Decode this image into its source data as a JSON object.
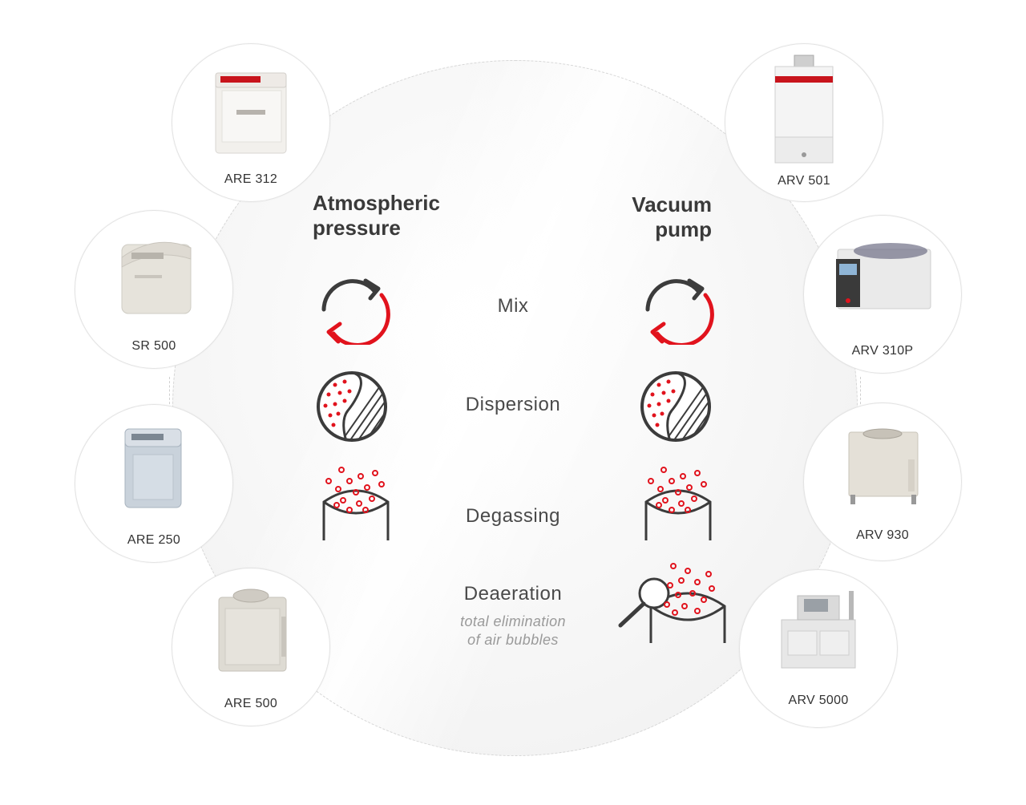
{
  "headings": {
    "left": [
      "Atmospheric",
      "pressure"
    ],
    "right": [
      "Vacuum",
      "pump"
    ]
  },
  "steps": [
    {
      "label": "Mix"
    },
    {
      "label": "Dispersion"
    },
    {
      "label": "Degassing"
    },
    {
      "label": "Deaeration",
      "subtitle": [
        "total elimination",
        "of air bubbles"
      ]
    }
  ],
  "products_left": [
    {
      "name": "ARE 312"
    },
    {
      "name": "SR 500"
    },
    {
      "name": "ARE 250"
    },
    {
      "name": "ARE 500"
    }
  ],
  "products_right": [
    {
      "name": "ARV 501"
    },
    {
      "name": "ARV 310P"
    },
    {
      "name": "ARV 930"
    },
    {
      "name": "ARV 5000"
    }
  ],
  "colors": {
    "accent_red": "#e1131d",
    "icon_dark": "#3c3c3c",
    "machine_body": "#e9e7e3",
    "dashed_ring": "#d6d6d6"
  }
}
